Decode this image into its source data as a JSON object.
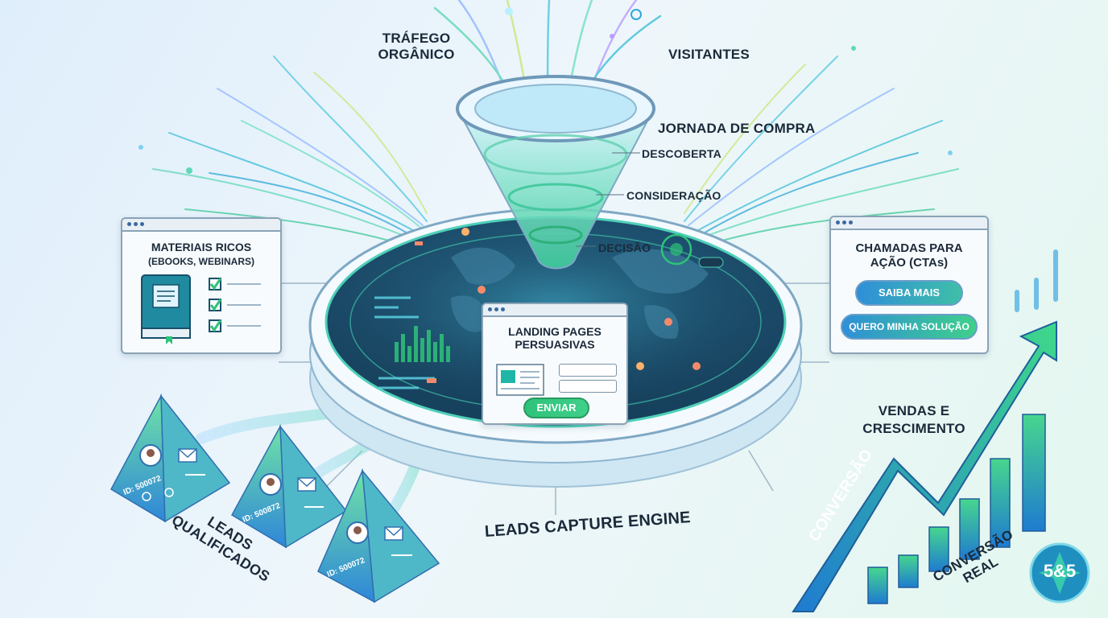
{
  "labels": {
    "trafego": "TRÁFEGO ORGÂNICO",
    "visitantes": "VISITANTES",
    "jornada": "JORNADA DE COMPRA",
    "descoberta": "DESCOBERTA",
    "consideracao": "CONSIDERAÇÃO",
    "decisao": "DECISÃO",
    "engine": "LEADS CAPTURE ENGINE",
    "leads": "LEADS QUALIFICADOS",
    "vendas": "VENDAS E CRESCIMENTO",
    "conversao": "CONVERSÃO",
    "conversao_real": "CONVERSÃO REAL"
  },
  "materiais": {
    "title_line1": "MATERIAIS RICOS",
    "title_line2": "(EBOOKS, WEBINARS)"
  },
  "ctas": {
    "title_line1": "CHAMADAS PARA",
    "title_line2": "AÇÃO (CTAs)",
    "button1": "SAIBA MAIS",
    "button2": "QUERO MINHA SOLUÇÃO"
  },
  "landing": {
    "title_line1": "LANDING PAGES",
    "title_line2": "PERSUASIVAS",
    "submit": "ENVIAR"
  },
  "pyramids": {
    "id1": "ID: 500072",
    "id2": "ID: 500872",
    "id3": "ID: 500072"
  },
  "logo": "5&5",
  "colors": {
    "accent_green": "#2fc27a",
    "accent_teal": "#1fb6a8",
    "accent_blue": "#2f7bd0",
    "dark_navy": "#1b2a3a"
  }
}
